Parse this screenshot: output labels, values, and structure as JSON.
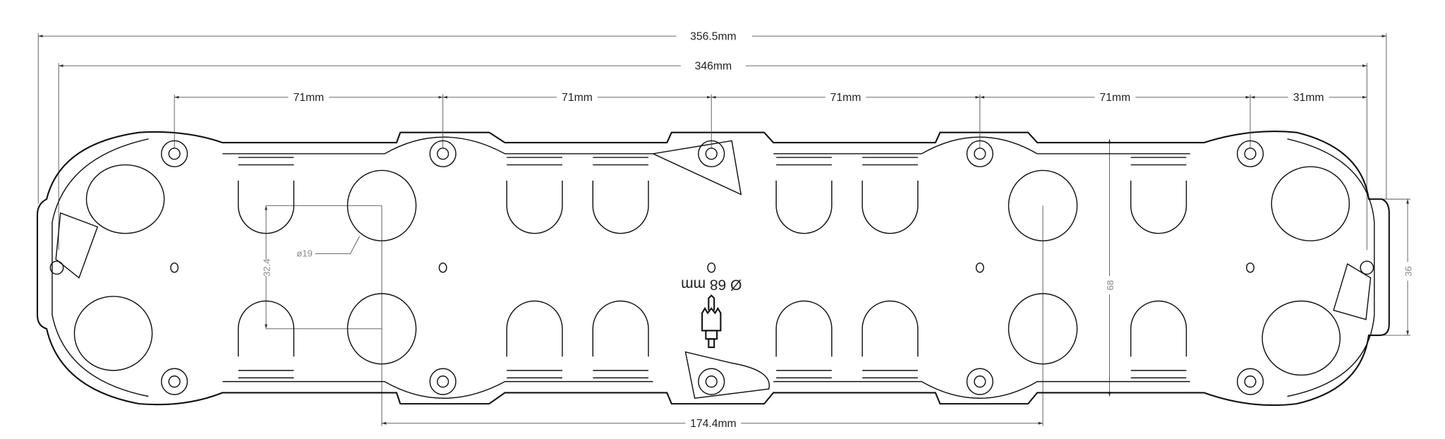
{
  "dimensions": {
    "overall_width": "356.5mm",
    "body_width": "346mm",
    "spacing": [
      "71mm",
      "71mm",
      "71mm",
      "71mm",
      "31mm"
    ],
    "knockout_diameter": "ø19",
    "knockout_vertical_spacing": "32.4",
    "body_height": "68",
    "tab_height": "36",
    "knockout_horizontal_spacing": "174.4mm"
  },
  "hole_saw_label": "Ø 68 mm",
  "colors": {
    "line": "#111111",
    "dim": "#555555"
  }
}
